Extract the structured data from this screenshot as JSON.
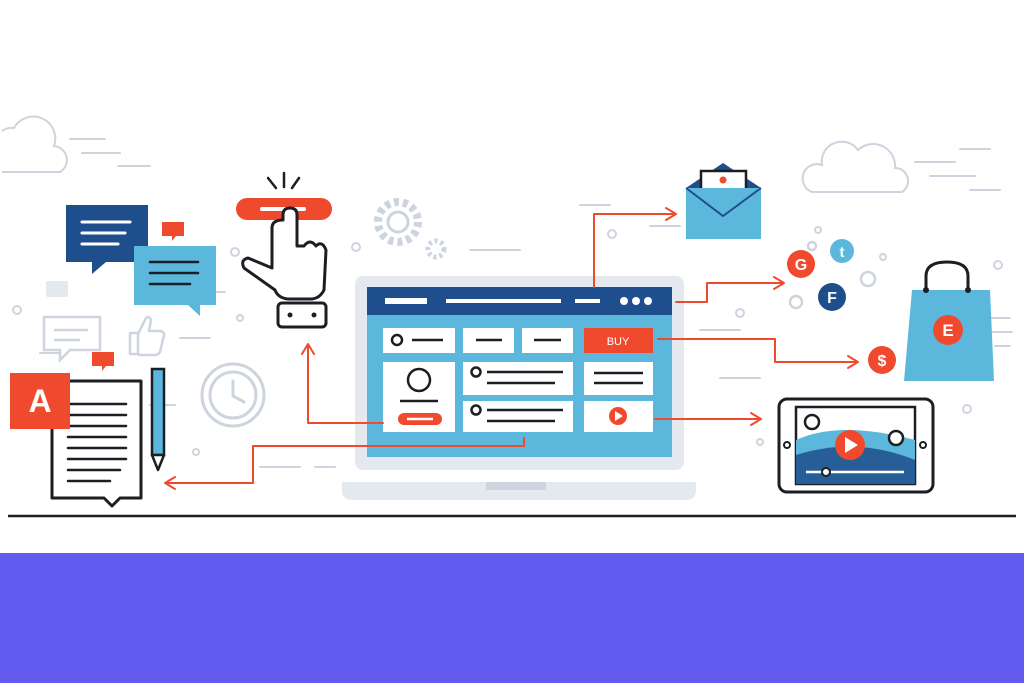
{
  "colors": {
    "navy": "#1F4E8C",
    "sky": "#5BB8DC",
    "orange": "#F04A2E",
    "light_gray": "#E4E8EF",
    "mid_gray": "#CDD4DD",
    "outline": "#1B1E23",
    "footer_band": "#635BF0"
  },
  "labels": {
    "buy_button": "BUY",
    "dictionary_badge": "A",
    "bag_badge": "E",
    "social_g": "G",
    "social_t": "t",
    "social_f": "F",
    "currency": "$"
  },
  "icons": [
    "cloud-icon",
    "chat-bubble-icon",
    "pointing-hand-icon",
    "gear-icon",
    "laptop-icon",
    "envelope-icon",
    "social-badges-icon",
    "shopping-bag-icon",
    "dollar-coin-icon",
    "tablet-video-icon",
    "clock-icon",
    "thumbs-up-icon",
    "document-icon",
    "pencil-icon"
  ]
}
